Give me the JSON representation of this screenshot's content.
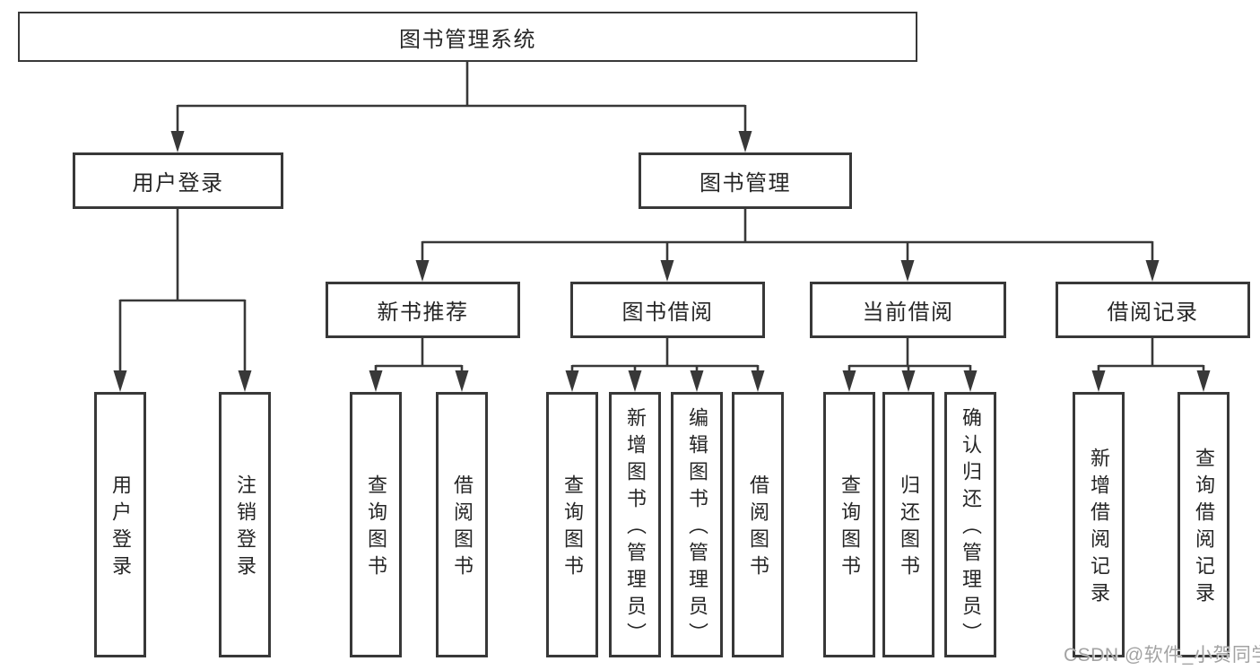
{
  "colors": {
    "line": "#383838",
    "box_border": "#383838",
    "box_fill": "#ffffff",
    "label_text": "#262626",
    "watermark_text": "#a3a3a3",
    "background": "#ffffff"
  },
  "tree": {
    "root": {
      "label": "图书管理系统",
      "children": [
        {
          "label": "用户登录",
          "children": [
            {
              "label": "用户登录"
            },
            {
              "label": "注销登录"
            }
          ]
        },
        {
          "label": "图书管理",
          "children": [
            {
              "label": "新书推荐",
              "children": [
                {
                  "label": "查询图书"
                },
                {
                  "label": "借阅图书"
                }
              ]
            },
            {
              "label": "图书借阅",
              "children": [
                {
                  "label": "查询图书"
                },
                {
                  "label": "新增图书（管理员）"
                },
                {
                  "label": "编辑图书（管理员）"
                },
                {
                  "label": "借阅图书"
                }
              ]
            },
            {
              "label": "当前借阅",
              "children": [
                {
                  "label": "查询图书"
                },
                {
                  "label": "归还图书"
                },
                {
                  "label": "确认归还（管理员）"
                }
              ]
            },
            {
              "label": "借阅记录",
              "children": [
                {
                  "label": "新增借阅记录"
                },
                {
                  "label": "查询借阅记录"
                }
              ]
            }
          ]
        }
      ]
    }
  },
  "watermark": {
    "text": "CSDN @软件_小贺同学"
  }
}
